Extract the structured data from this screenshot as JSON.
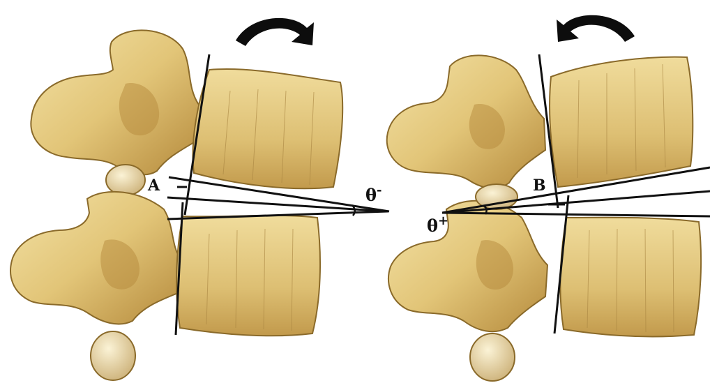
{
  "labels": {
    "point_a": "A",
    "point_b": "B",
    "theta_minus": "θ",
    "theta_minus_sup": "-",
    "theta_plus": "θ",
    "theta_plus_sup": "+"
  },
  "colors": {
    "bone_base": "#e2c578",
    "bone_light": "#f3e2a6",
    "bone_dark": "#b58a3c",
    "outline": "#8a6a2a",
    "lines": "#111111",
    "arrow": "#0d0d0d"
  },
  "icons": {
    "left_arrow": "curved-arrow-clockwise-icon",
    "right_arrow": "curved-arrow-counterclockwise-icon"
  }
}
